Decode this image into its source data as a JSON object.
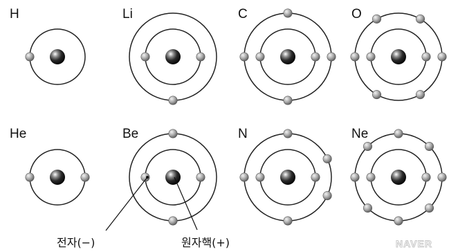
{
  "atoms": [
    {
      "symbol": "H",
      "electrons_per_shell": [
        1
      ]
    },
    {
      "symbol": "Li",
      "electrons_per_shell": [
        2,
        1
      ]
    },
    {
      "symbol": "C",
      "electrons_per_shell": [
        2,
        4
      ]
    },
    {
      "symbol": "O",
      "electrons_per_shell": [
        2,
        6
      ]
    },
    {
      "symbol": "He",
      "electrons_per_shell": [
        2
      ]
    },
    {
      "symbol": "Be",
      "electrons_per_shell": [
        2,
        2
      ]
    },
    {
      "symbol": "N",
      "electrons_per_shell": [
        2,
        5
      ]
    },
    {
      "symbol": "Ne",
      "electrons_per_shell": [
        2,
        8
      ]
    }
  ],
  "annotations": {
    "electron": "전자(−)",
    "nucleus": "원자핵(+)"
  },
  "watermark": "NAVER",
  "colors": {
    "nucleus_light": "#ffffff",
    "nucleus_dark": "#050505",
    "electron_light": "#e6e6e6",
    "electron_dark": "#6a6a6a",
    "orbit": "#222222"
  }
}
